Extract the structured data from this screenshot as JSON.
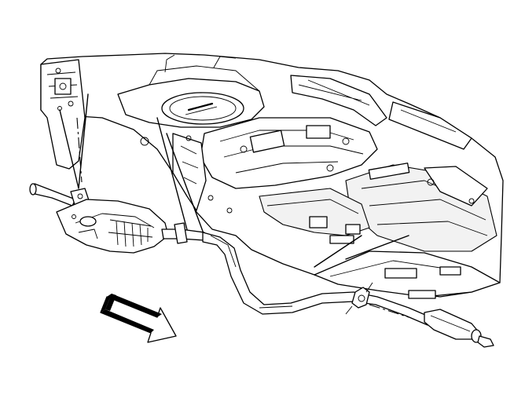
{
  "diagram": {
    "colors": {
      "line": "#000000",
      "background": "#ffffff",
      "panel_fill": "#f2f2f2"
    },
    "icons": [
      "direction-arrow-icon"
    ],
    "components": [
      "vehicle-underbody-floor-pan",
      "front-crossmember",
      "spare-tire-well",
      "catalytic-converter-heat-shield",
      "exhaust-pipe",
      "muffler",
      "exhaust-hanger-brackets"
    ]
  }
}
